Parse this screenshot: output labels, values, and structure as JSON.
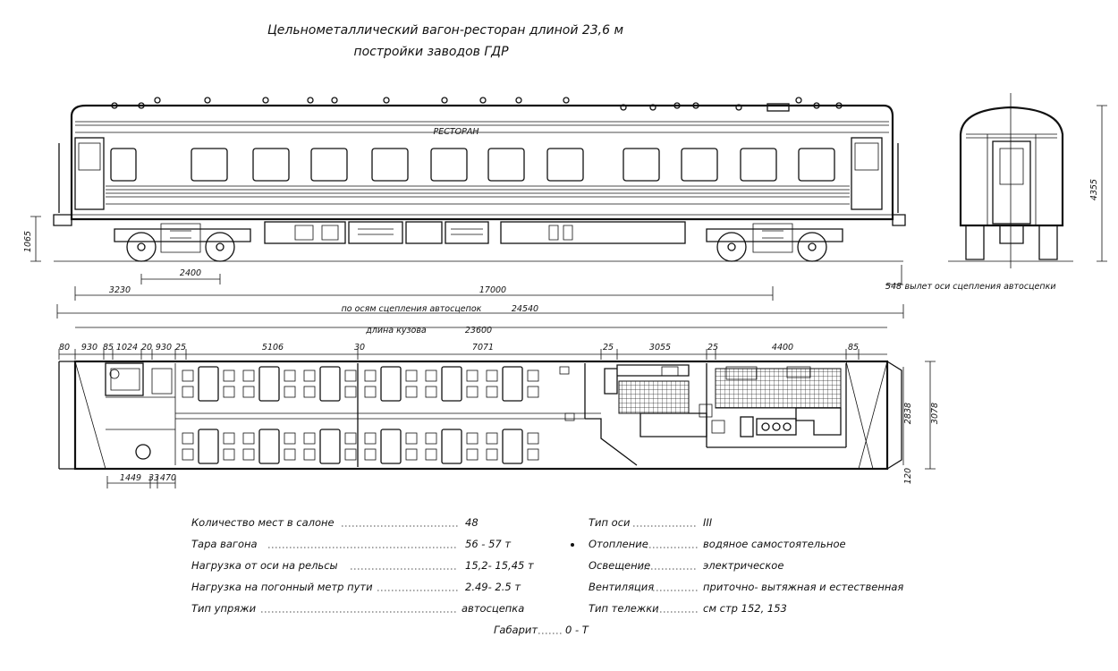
{
  "title": {
    "line1": "Цельнометаллический вагон-ресторан длиной 23,6 м",
    "line2": "постройки заводов ГДР"
  },
  "side_view": {
    "car_label": "РЕСТОРАН",
    "dims": {
      "height_left": "1065",
      "bogie_base": "2400",
      "end_to_axle": "3230",
      "axle_spacing": "17000",
      "coupler_length_label": "по осям сцепления автосцепок",
      "coupler_length": "24540",
      "body_length_label": "длина кузова",
      "body_length": "23600"
    }
  },
  "end_view": {
    "height": "4355",
    "coupler_overhang_value": "548",
    "coupler_overhang_label": "вылет оси сцепления автосцепки"
  },
  "plan_view": {
    "top_dims": [
      "80",
      "930",
      "85",
      "1024",
      "20",
      "930",
      "25",
      "5106",
      "30",
      "7071",
      "25",
      "3055",
      "25",
      "4400",
      "85"
    ],
    "bottom_dims": [
      "1449",
      "33",
      "470"
    ],
    "right_dims": [
      "2838",
      "3078"
    ],
    "corner_dim": "120"
  },
  "specs_left": [
    {
      "label": "Количество мест в салоне",
      "value": "48"
    },
    {
      "label": "Тара вагона",
      "value": "56 - 57 т"
    },
    {
      "label": "Нагрузка от оси на рельсы",
      "value": "15,2- 15,45 т"
    },
    {
      "label": "Нагрузка на погонный метр пути",
      "value": "2.49- 2.5 т"
    },
    {
      "label": "Тип упряжи",
      "value": "автосцепка"
    }
  ],
  "specs_right": [
    {
      "label": "Тип оси",
      "value": "III"
    },
    {
      "label": "Отопление",
      "value": "водяное самостоятельное"
    },
    {
      "label": "Освещение",
      "value": "электрическое"
    },
    {
      "label": "Вентиляция",
      "value": "приточно- вытяжная и естественная"
    },
    {
      "label": "Тип тележки",
      "value": "см  стр  152, 153"
    }
  ],
  "gauge": {
    "label": "Габарит",
    "value": "0 - Т"
  }
}
